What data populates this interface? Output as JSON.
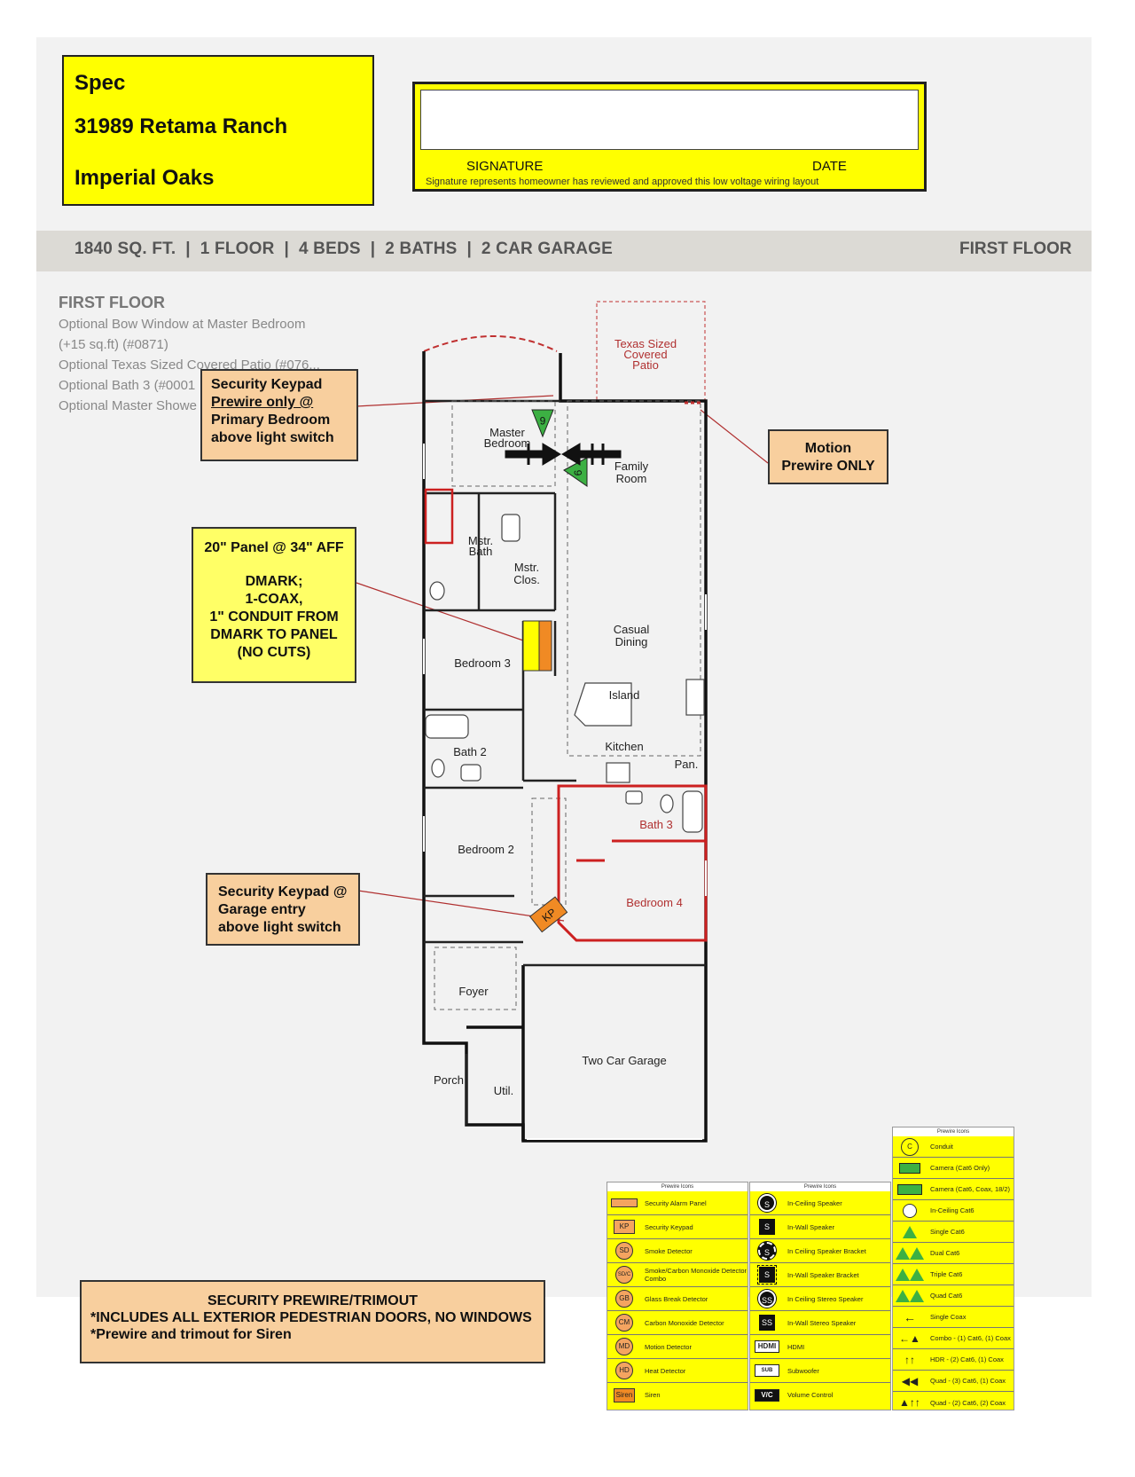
{
  "header": {
    "line1": "Spec",
    "line2": "31989 Retama Ranch",
    "line3": "Imperial Oaks",
    "signature_label": "SIGNATURE",
    "date_label": "DATE",
    "signature_note": "Signature represents homeowner has reviewed and approved this low voltage wiring layout"
  },
  "band": {
    "summary": "1840 SQ. FT.  |  1 FLOOR  |  4 BEDS  |  2 BATHS  |  2 CAR GARAGE",
    "floor": "FIRST FLOOR"
  },
  "options": {
    "heading": "FIRST FLOOR",
    "items": [
      "Optional Bow Window at Master Bedroom",
      "(+15 sq.ft) (#0871)",
      "Optional Texas Sized Covered Patio (#076...",
      "Optional Bath 3 (#0001",
      "Optional Master Showe"
    ]
  },
  "callouts": {
    "keypad_primary": [
      "Security Keypad",
      "Prewire only @",
      "Primary Bedroom",
      "above light switch"
    ],
    "motion": [
      "Motion",
      "Prewire ONLY"
    ],
    "panel": [
      "20\" Panel @ 34\" AFF",
      "DMARK;",
      "1-COAX,",
      "1\" CONDUIT FROM",
      "DMARK TO PANEL",
      "(NO CUTS)"
    ],
    "keypad_garage": [
      "Security Keypad @",
      "Garage entry",
      "above light switch"
    ]
  },
  "rooms": {
    "patio": [
      "Texas Sized",
      "Covered",
      "Patio"
    ],
    "master_bedroom": [
      "Master",
      "Bedroom"
    ],
    "family_room": [
      "Family",
      "Room"
    ],
    "mstr_bath": [
      "Mstr.",
      "Bath"
    ],
    "mstr_clos": [
      "Mstr.",
      "Clos."
    ],
    "casual_dining": [
      "Casual",
      "Dining"
    ],
    "bedroom3": "Bedroom 3",
    "island": "Island",
    "bath2": "Bath 2",
    "kitchen": "Kitchen",
    "pantry": "Pan.",
    "bath3": "Bath 3",
    "bedroom2": "Bedroom 2",
    "bedroom4": "Bedroom 4",
    "kp": "KP",
    "foyer": "Foyer",
    "two_car_garage": "Two Car Garage",
    "porch": "Porch",
    "util": "Util.",
    "camera_mark": "6"
  },
  "legend": {
    "heading": "Prewire Icons",
    "col1": [
      {
        "icon": "",
        "label": "Security Alarm Panel"
      },
      {
        "icon": "KP",
        "label": "Security Keypad"
      },
      {
        "icon": "SD",
        "label": "Smoke Detector"
      },
      {
        "icon": "SD/C",
        "label": "Smoke/Carbon Monoxide Detector Combo"
      },
      {
        "icon": "GB",
        "label": "Glass Break Detector"
      },
      {
        "icon": "CM",
        "label": "Carbon Monoxide Detector"
      },
      {
        "icon": "MD",
        "label": "Motion Detector"
      },
      {
        "icon": "HD",
        "label": "Heat Detector"
      },
      {
        "icon": "Siren",
        "label": "Siren"
      }
    ],
    "col2": [
      {
        "icon": "S",
        "label": "In-Ceiling Speaker"
      },
      {
        "icon": "S",
        "label": "In-Wall Speaker"
      },
      {
        "icon": "S",
        "label": "In Ceiling Speaker Bracket"
      },
      {
        "icon": "S",
        "label": "In-Wall Speaker Bracket"
      },
      {
        "icon": "SS",
        "label": "In Ceiling Stereo Speaker"
      },
      {
        "icon": "SS",
        "label": "In-Wall Stereo Speaker"
      },
      {
        "icon": "HDMI",
        "label": "HDMI"
      },
      {
        "icon": "SUB",
        "label": "Subwoofer"
      },
      {
        "icon": "V/C",
        "label": "Volume Control"
      }
    ],
    "col3": [
      {
        "icon": "C",
        "label": "Conduit"
      },
      {
        "icon": "",
        "label": "Camera (Cat6 Only)"
      },
      {
        "icon": "",
        "label": "Camera (Cat6, Coax, 18/2)"
      },
      {
        "icon": "",
        "label": "In-Ceiling Cat6"
      },
      {
        "icon": "",
        "label": "Single Cat6"
      },
      {
        "icon": "",
        "label": "Dual Cat6"
      },
      {
        "icon": "",
        "label": "Triple Cat6"
      },
      {
        "icon": "",
        "label": "Quad Cat6"
      },
      {
        "icon": "",
        "label": "Single Coax"
      },
      {
        "icon": "",
        "label": "Combo - (1) Cat6, (1) Coax"
      },
      {
        "icon": "",
        "label": "HDR - (2) Cat6, (1) Coax"
      },
      {
        "icon": "",
        "label": "Quad - (3) Cat6, (1) Coax"
      },
      {
        "icon": "",
        "label": "Quad - (2) Cat6, (2) Coax"
      }
    ]
  },
  "footer": {
    "line1": "SECURITY PREWIRE/TRIMOUT",
    "line2": "*INCLUDES ALL EXTERIOR PEDESTRIAN DOORS, NO WINDOWS",
    "line3": "*Prewire and trimout for Siren"
  }
}
